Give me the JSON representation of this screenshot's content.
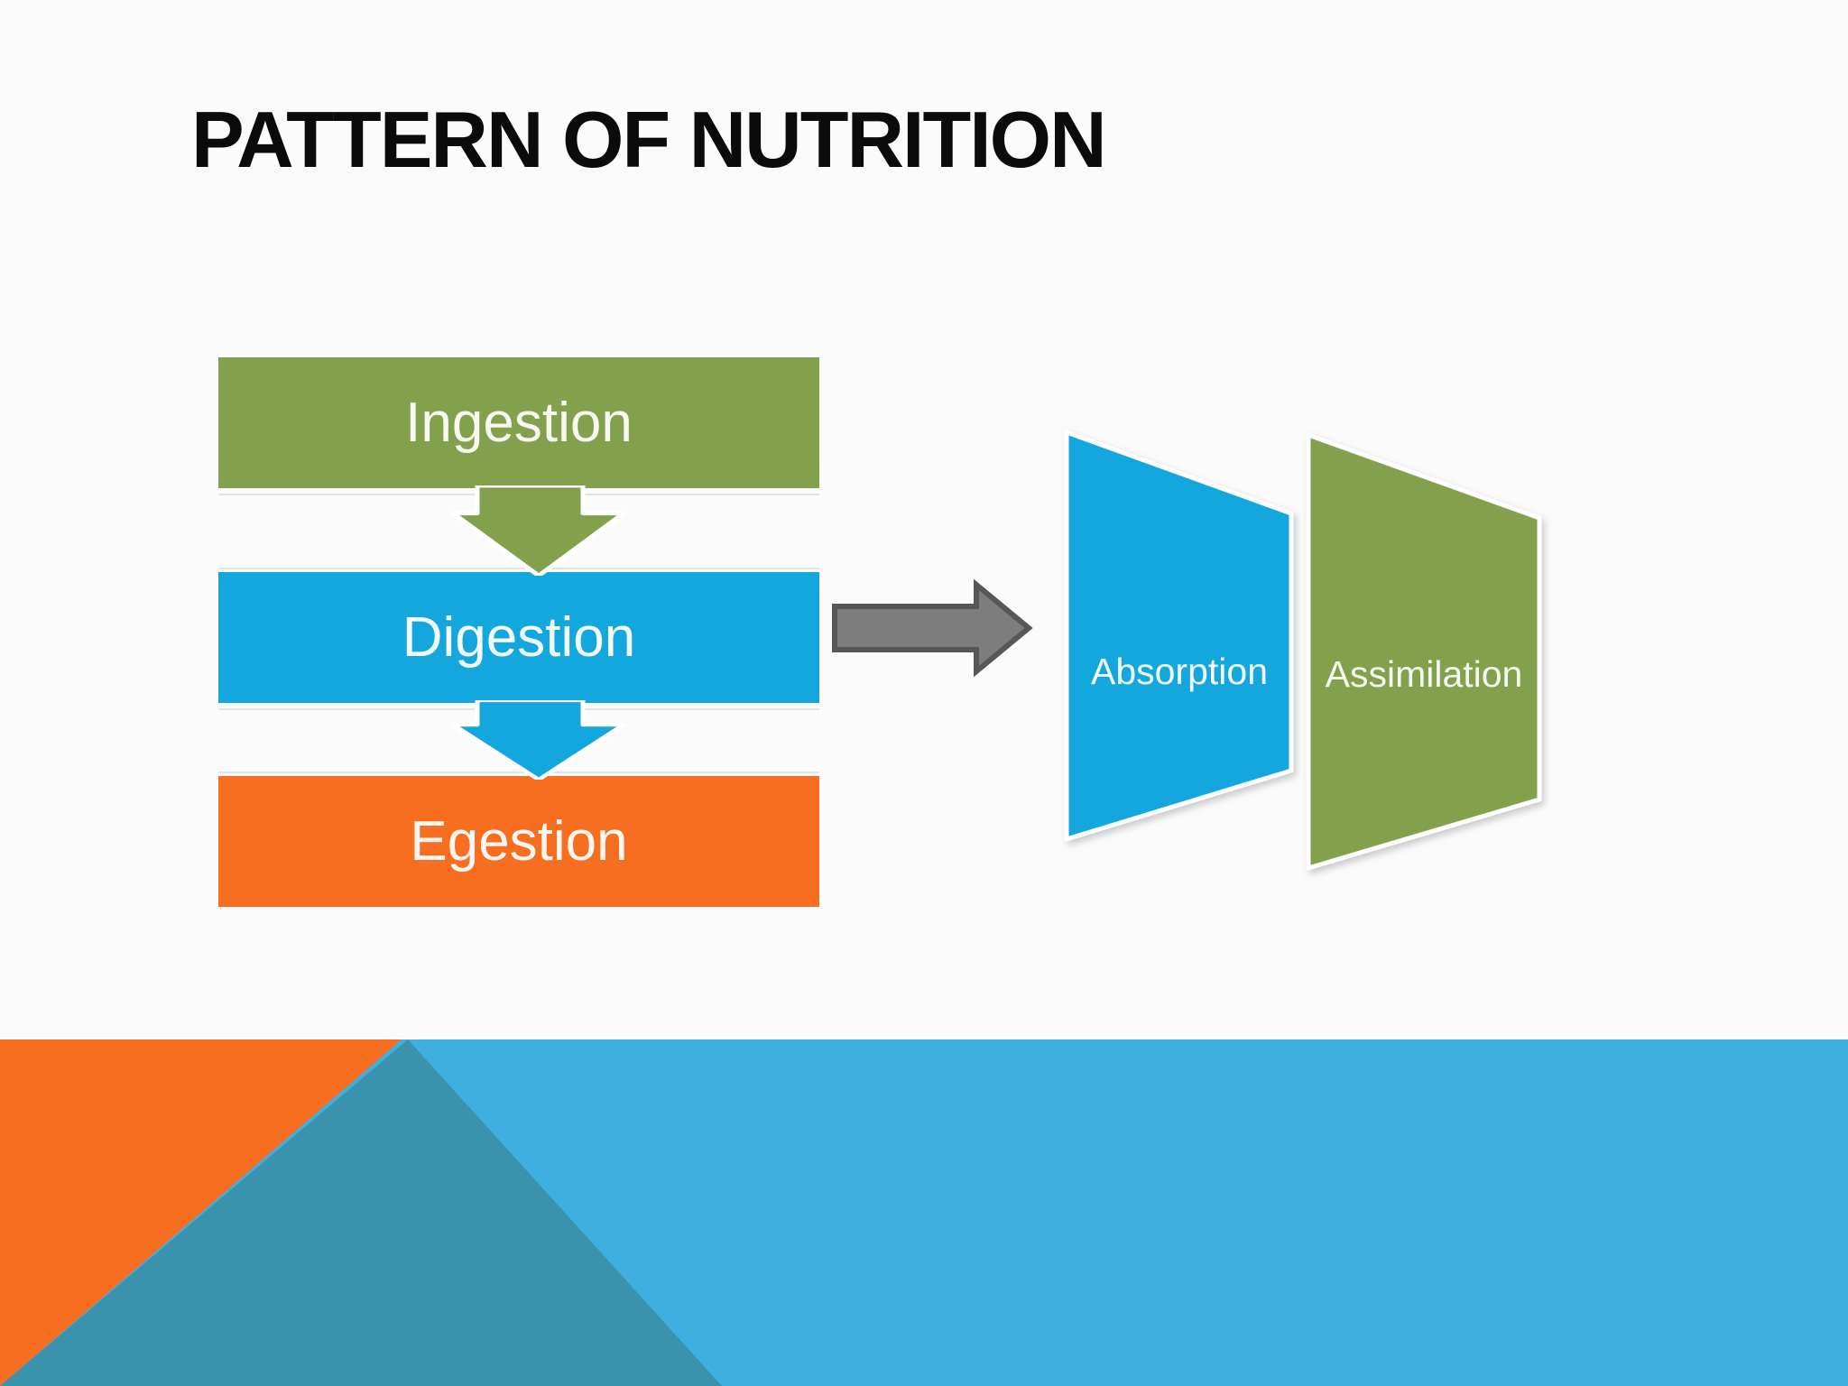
{
  "slide": {
    "title": "PATTERN OF NUTRITION",
    "background": "#FBFBFB",
    "title_color": "#0B0B0B"
  },
  "process_flow": {
    "steps": [
      {
        "label": "Ingestion",
        "fill": "#83A04C",
        "text_color": "#F7F8F0"
      },
      {
        "label": "Digestion",
        "fill": "#14A7DE",
        "text_color": "#F3FAFD"
      },
      {
        "label": "Egestion",
        "fill": "#F86E21",
        "text_color": "#FDF5EF"
      }
    ],
    "connectors": [
      {
        "name": "ingestion-to-digestion",
        "fill": "#83A04C",
        "outline": "#FFFFFF"
      },
      {
        "name": "digestion-to-egestion",
        "fill": "#14A7DE",
        "outline": "#FFFFFF"
      }
    ]
  },
  "transfer_arrow": {
    "fill": "#7D7D7D",
    "outline": "#575757"
  },
  "outcomes": [
    {
      "label": "Absorption",
      "fill": "#14A7DE",
      "outline": "#FFFFFF",
      "text_color": "#F2FAFD"
    },
    {
      "label": "Assimilation",
      "fill": "#83A04C",
      "outline": "#FFFFFF",
      "text_color": "#F6F8EF"
    }
  ],
  "footer": {
    "band": "#3EAFE0",
    "left_triangle": "#F86E21",
    "center_triangle": "#3B92AD"
  }
}
